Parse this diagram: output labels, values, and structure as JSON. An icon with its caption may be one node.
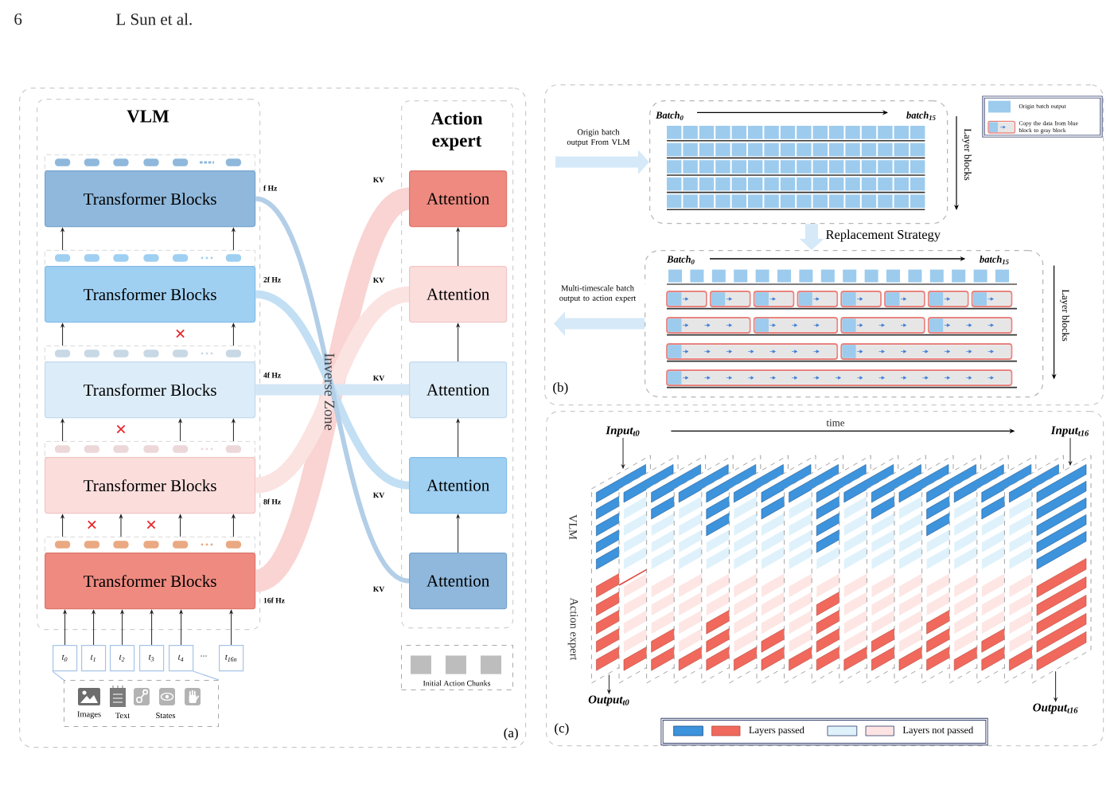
{
  "diagram": {
    "nodes": [
      {
        "text": [
          "(a)"
        ]
      },
      {
        "text": [
          "VLM"
        ],
        "in": 0
      },
      {
        "text": [],
        "shape": "box",
        "in": 1
      },
      {
        "text": [
          "Transformer Blocks"
        ],
        "beside": [
          "f Hz"
        ],
        "in": 1
      },
      {
        "text": [],
        "shape": "box",
        "in": 1
      },
      {
        "text": [
          "Transformer Blocks"
        ],
        "beside": [
          "2f Hz"
        ],
        "in": 1
      },
      {
        "text": [],
        "shape": "box",
        "in": 1
      },
      {
        "text": [
          "Transformer Blocks"
        ],
        "beside": [
          "4f Hz"
        ],
        "in": 1
      },
      {
        "text": [],
        "shape": "box",
        "in": 1
      },
      {
        "text": [
          "Transformer Blocks"
        ],
        "beside": [
          "8f Hz"
        ],
        "in": 1
      },
      {
        "text": [],
        "shape": "box",
        "in": 1
      },
      {
        "text": [
          "Transformer Blocks"
        ],
        "beside": [
          "16f Hz"
        ],
        "in": 1
      },
      {
        "text": [
          "Action expert"
        ],
        "in": 0
      },
      {
        "text": [
          "Attention"
        ],
        "in": 12
      },
      {
        "text": [
          "Attention"
        ],
        "in": 12
      },
      {
        "text": [
          "Attention"
        ],
        "in": 12
      },
      {
        "text": [
          "Attention"
        ],
        "in": 12
      },
      {
        "text": [
          "Attention"
        ],
        "in": 12
      },
      {
        "text": [
          "t$_{0}$"
        ],
        "in": 0
      },
      {
        "text": [
          "t$_{1}$"
        ],
        "in": 0
      },
      {
        "text": [
          "t$_{2}$"
        ],
        "in": 0
      },
      {
        "text": [
          "t$_{3}$"
        ],
        "in": 0
      },
      {
        "text": [
          "t$_{4}$"
        ],
        "in": 0
      },
      {
        "text": [
          "t$_{16n}$"
        ],
        "in": 0
      },
      {
        "text": [
          "Images",
          "Text",
          "States"
        ],
        "in": 0
      },
      {
        "text": [
          "Initial Action Chunks"
        ],
        "in": 0
      },
      {
        "text": [
          "(b)"
        ]
      },
      {
        "text": [
          "Batch$_{0}$",
          "batch$_{15}$"
        ],
        "beside": [
          "Layer blocks"
        ],
        "in": 26
      },
      {
        "text": [
          "Batch$_{0}$",
          "batch$_{15}$"
        ],
        "beside": [
          "Layer blocks"
        ],
        "in": 26
      },
      {
        "text": [
          "(c)"
        ]
      },
      {
        "text": [
          "Input$_{t0}$"
        ],
        "in": 29
      },
      {
        "text": [
          "Input$_{t16}$"
        ],
        "in": 29
      },
      {
        "text": [],
        "shape": "parallelogram",
        "in": 29
      },
      {
        "text": [],
        "shape": "parallelogram",
        "in": 29
      },
      {
        "text": [],
        "shape": "parallelogram",
        "in": 29
      },
      {
        "text": [],
        "shape": "parallelogram",
        "in": 29
      },
      {
        "text": [],
        "shape": "parallelogram",
        "in": 29
      },
      {
        "text": [],
        "shape": "parallelogram",
        "in": 29
      },
      {
        "text": [],
        "shape": "parallelogram",
        "in": 29
      },
      {
        "text": [],
        "shape": "parallelogram",
        "in": 29
      },
      {
        "text": [],
        "shape": "parallelogram",
        "in": 29
      },
      {
        "text": [],
        "shape": "parallelogram",
        "in": 29
      },
      {
        "text": [],
        "shape": "parallelogram",
        "in": 29
      },
      {
        "text": [],
        "shape": "parallelogram",
        "in": 29
      },
      {
        "text": [],
        "shape": "parallelogram",
        "in": 29
      },
      {
        "text": [],
        "shape": "parallelogram",
        "in": 29
      },
      {
        "text": [],
        "shape": "parallelogram",
        "in": 29
      },
      {
        "text": [],
        "shape": "parallelogram",
        "in": 29
      },
      {
        "text": [],
        "shape": "parallelogram",
        "in": 29
      },
      {
        "text": [
          "Output$_{t0}$"
        ],
        "in": 29
      },
      {
        "text": [
          "Output$_{t16}$"
        ],
        "in": 29
      }
    ],
    "edges": [
      {
        "from": 10,
        "to": 9,
        "arrow": "to"
      },
      {
        "from": 10,
        "to": 9,
        "arrow": "to"
      },
      {
        "from": 10,
        "to": 9,
        "arrow": "to"
      },
      {
        "from": 10,
        "to": 9,
        "arrow": "to"
      },
      {
        "from": 8,
        "to": 7,
        "arrow": "to"
      },
      {
        "from": 8,
        "to": 7,
        "arrow": "to"
      },
      {
        "from": 8,
        "to": 7,
        "arrow": "to"
      },
      {
        "from": 6,
        "to": 5,
        "arrow": "to"
      },
      {
        "from": 6,
        "to": 5,
        "arrow": "to"
      },
      {
        "from": 4,
        "to": 3,
        "arrow": "to"
      },
      {
        "from": 4,
        "to": 3,
        "arrow": "to"
      },
      {
        "from": 18,
        "to": 11,
        "arrow": "to"
      },
      {
        "from": 19,
        "to": 11,
        "arrow": "to"
      },
      {
        "from": 20,
        "to": 11,
        "arrow": "to"
      },
      {
        "from": 21,
        "to": 11,
        "arrow": "to"
      },
      {
        "from": 22,
        "to": 11,
        "arrow": "to"
      },
      {
        "from": 23,
        "to": 11,
        "arrow": "to"
      },
      {
        "from": 17,
        "to": 16,
        "arrow": "to"
      },
      {
        "from": 16,
        "to": 15,
        "arrow": "to"
      },
      {
        "from": 15,
        "to": 14,
        "arrow": "to"
      },
      {
        "from": 14,
        "to": 13,
        "arrow": "to"
      },
      {
        "from": 11,
        "to": 13,
        "arrow": "none",
        "label": "KV",
        "style": "thick",
        "color": "#f9d4d2"
      },
      {
        "from": 9,
        "to": 14,
        "arrow": "none",
        "label": "KV",
        "style": "thick",
        "color": "#fbe3e2"
      },
      {
        "from": 7,
        "to": 15,
        "arrow": "none",
        "label": "KV",
        "style": "thick",
        "color": "#d3e6f6"
      },
      {
        "from": 5,
        "to": 16,
        "arrow": "none",
        "label": "KV",
        "style": "thick",
        "color": "#c2dff4"
      },
      {
        "from": 3,
        "to": 17,
        "arrow": "none",
        "label": "KV",
        "style": "thick",
        "color": "#b3cee7"
      },
      {
        "from": null,
        "to": 27,
        "arrow": "to",
        "label": "Origin batch output From VLM",
        "style": "thick",
        "color": "#d5e9f8"
      },
      {
        "from": 27,
        "to": 28,
        "arrow": "to",
        "label": "Replacement Strategy",
        "style": "thick",
        "color": "#d5e9f8"
      },
      {
        "from": 28,
        "to": null,
        "arrow": "to",
        "label": "Multi-timescale batch output to action expert",
        "style": "thick",
        "color": "#d5e9f8"
      },
      {
        "from": 30,
        "to": 32,
        "arrow": "to"
      },
      {
        "from": 31,
        "to": 48,
        "arrow": "to"
      },
      {
        "from": 32,
        "to": 49,
        "arrow": "to"
      },
      {
        "from": 48,
        "to": 50,
        "arrow": "to"
      },
      {
        "from": 18,
        "to": 24,
        "arrow": "none",
        "color": "#9dbde6"
      },
      {
        "from": 22,
        "to": 24,
        "arrow": "none",
        "color": "#9dbde6"
      }
    ],
    "labels": [
      "6",
      "L Sun et al.",
      "Inverse Zone",
      "...",
      "time",
      "VLM",
      "Action expert"
    ],
    "legend": [
      {
        "text": "Origin batch output",
        "color": "#9ccbed"
      },
      {
        "text": "Copy the data from blue block to gray block"
      },
      {
        "text": "Layers passed",
        "color": "#3d93dc"
      },
      {
        "text": "Layers not passed",
        "color": "#dff2fb"
      }
    ]
  }
}
